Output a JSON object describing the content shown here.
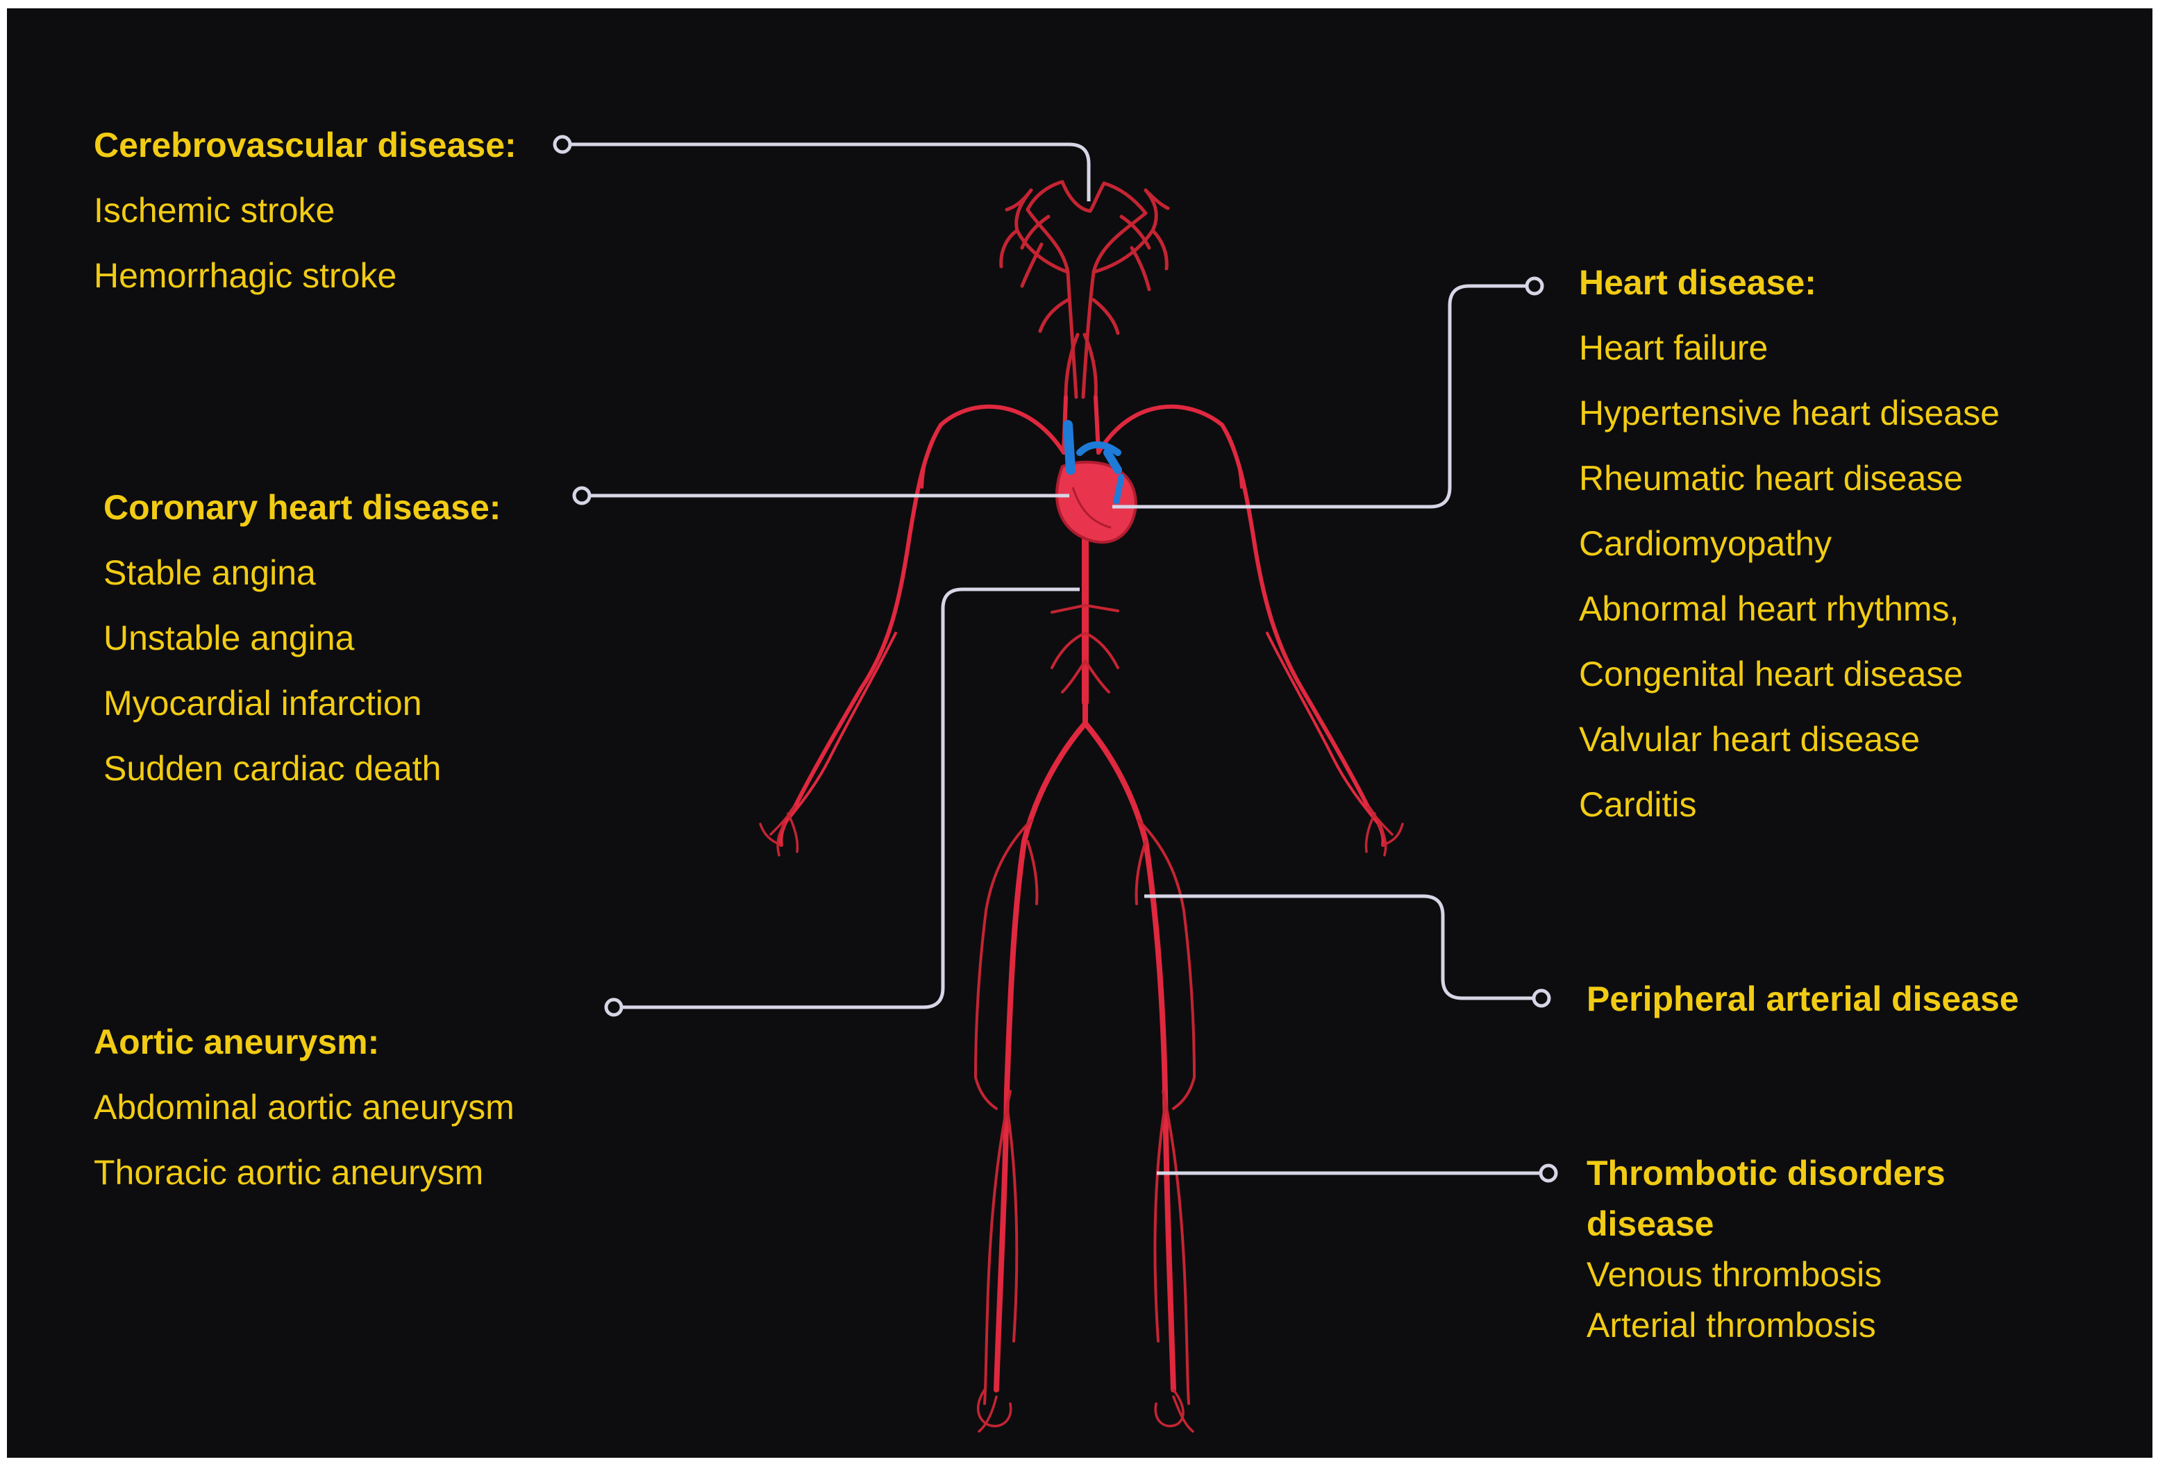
{
  "colors": {
    "background": "#0d0d0f",
    "text": "#f2cc14",
    "connector": "#d6d6e6",
    "artery": "#e0283f",
    "heart": "#e8344d",
    "vein": "#1f7bd8"
  },
  "groups": {
    "cerebrovascular": {
      "heading": "Cerebrovascular disease:",
      "items": [
        "Ischemic stroke",
        "Hemorrhagic stroke"
      ]
    },
    "coronary": {
      "heading": "Coronary heart disease:",
      "items": [
        "Stable angina",
        "Unstable angina",
        "Myocardial infarction",
        "Sudden cardiac death"
      ]
    },
    "aortic": {
      "heading": "Aortic aneurysm:",
      "items": [
        "Abdominal aortic aneurysm",
        "Thoracic aortic aneurysm"
      ]
    },
    "heart": {
      "heading": "Heart disease:",
      "items": [
        "Heart failure",
        "Hypertensive heart disease",
        "Rheumatic heart disease",
        "Cardiomyopathy",
        "Abnormal heart rhythms,",
        "Congenital heart disease",
        "Valvular heart disease",
        "Carditis"
      ]
    },
    "peripheral": {
      "heading": "Peripheral arterial disease",
      "items": []
    },
    "thrombotic": {
      "heading_lines": [
        "Thrombotic disorders",
        "disease"
      ],
      "items": [
        "Venous thrombosis",
        "Arterial thrombosis"
      ]
    }
  }
}
